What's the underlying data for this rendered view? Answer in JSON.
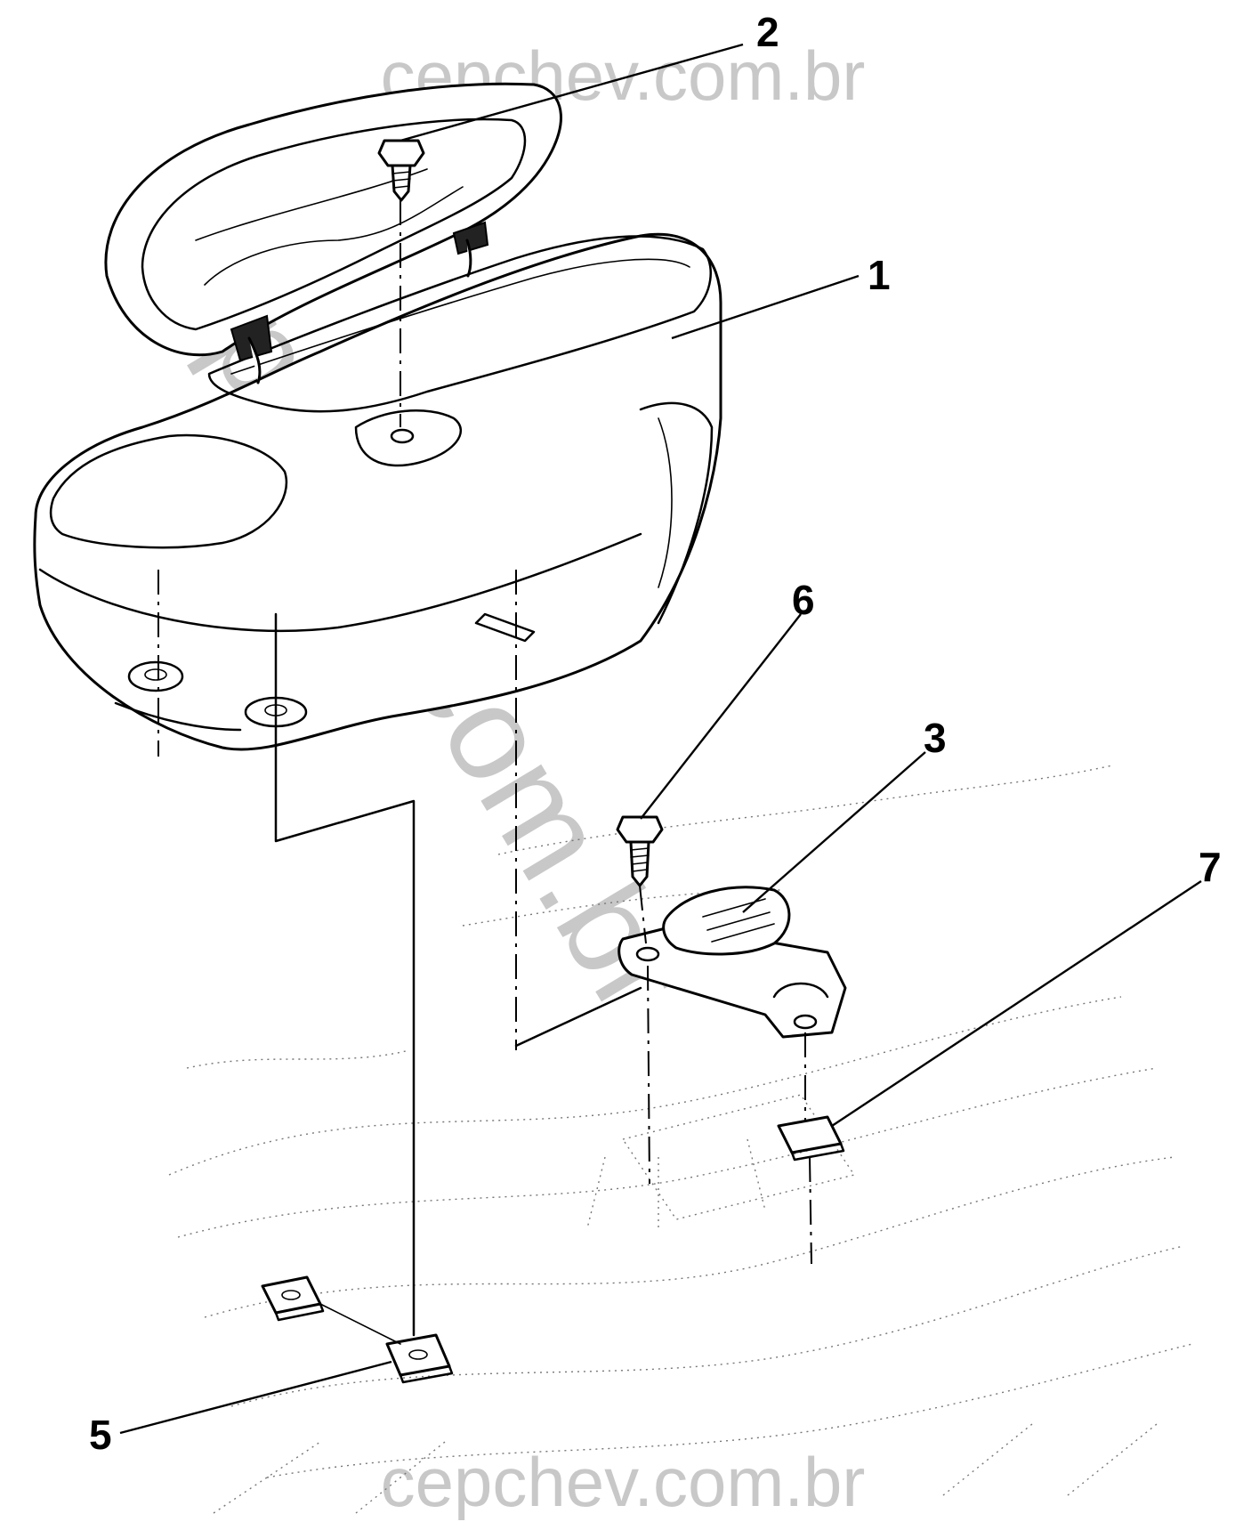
{
  "watermark": {
    "top": "cepchev.com.br",
    "bottom": "cepchev.com.br",
    "diagonal": "cepchev.com.br"
  },
  "callouts": [
    "2",
    "1",
    "6",
    "3",
    "7",
    "5"
  ],
  "colors": {
    "line": "#000000",
    "watermark": "#c8c8c8",
    "floor": "#777777"
  }
}
